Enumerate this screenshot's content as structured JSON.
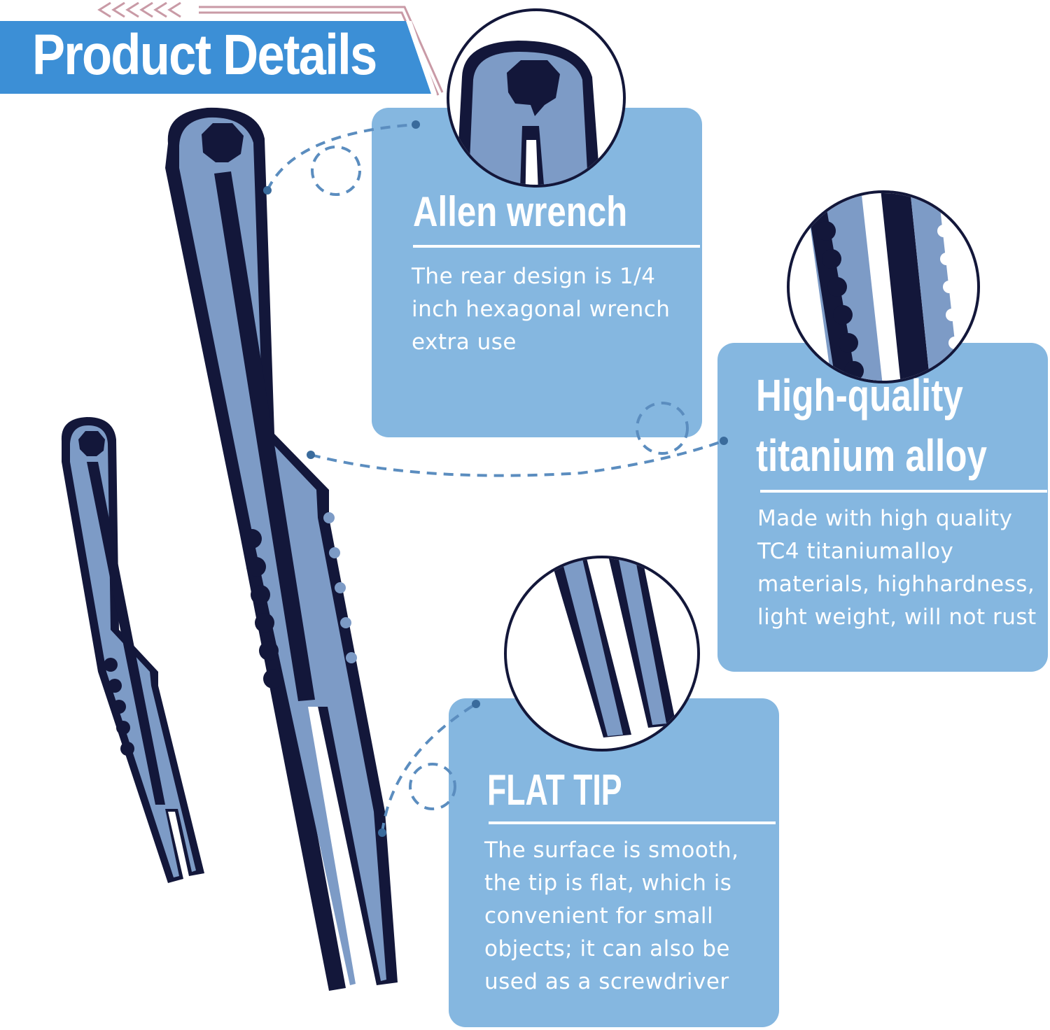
{
  "header": {
    "title": "Product Details"
  },
  "features": [
    {
      "title": "Allen wrench",
      "lines": [
        "The rear design is 1/4",
        "inch hexagonal wrench",
        "extra use"
      ]
    },
    {
      "title_lines": [
        "High-quality",
        "titanium alloy"
      ],
      "lines": [
        "Made with high quality",
        "TC4 titaniumalloy",
        "materials, highhardness,",
        "light weight, will not rust"
      ]
    },
    {
      "title": "FLAT TIP",
      "lines": [
        "The surface is smooth,",
        "the tip is flat, which is",
        "convenient for small",
        "objects; it can also be",
        "used as a screwdriver"
      ]
    }
  ],
  "colors": {
    "banner_blue": "#3c8fd6",
    "card_blue": "#85b7e0",
    "tweezer_light": "#7d9bc6",
    "tweezer_dark": "#13173a",
    "connector": "#5b8dbf",
    "deco_pink": "#c99aa6"
  }
}
